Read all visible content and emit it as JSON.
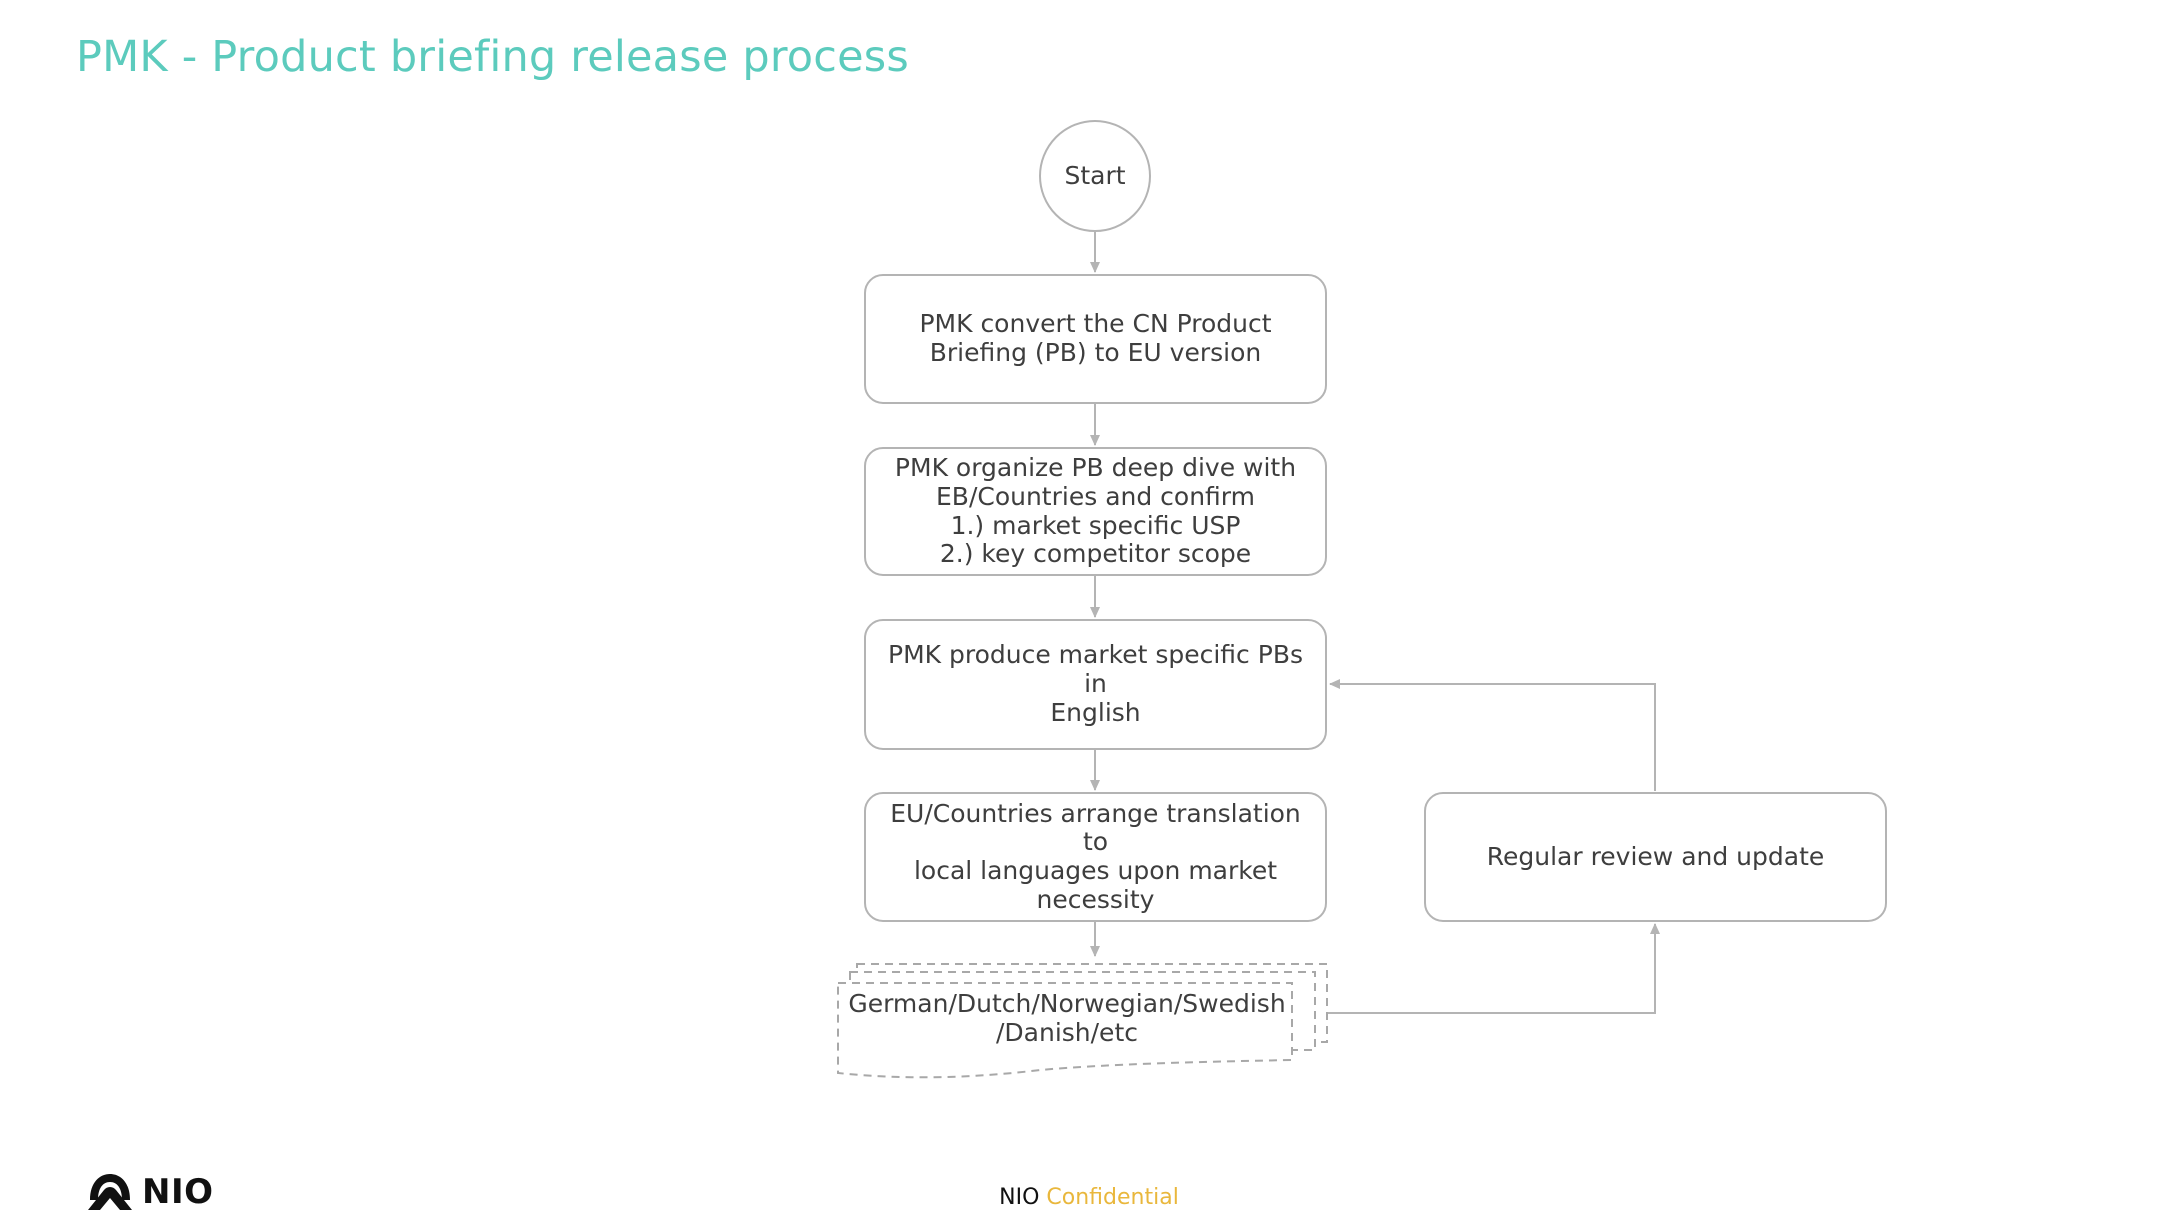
{
  "slide": {
    "title": "PMK - Product briefing release process"
  },
  "flow": {
    "start": "Start",
    "step1": "PMK convert the CN Product\nBriefing (PB) to EU version",
    "step2": "PMK organize PB deep dive with\nEB/Countries and confirm\n1.) market specific USP\n2.) key competitor scope",
    "step3": "PMK produce market specific PBs in\nEnglish",
    "step4": "EU/Countries arrange translation to\nlocal languages upon market\nnecessity",
    "documents": "German/Dutch/Norwegian/Swedish\n/Danish/etc",
    "review": "Regular review and update"
  },
  "footer": {
    "brand": "NIO",
    "confidential": "Confidential",
    "logo_text": "NIO"
  },
  "colors": {
    "title": "#5ccbbd",
    "border": "#b4b4b4",
    "text": "#3e3e3e",
    "confidential": "#e9b73c"
  }
}
